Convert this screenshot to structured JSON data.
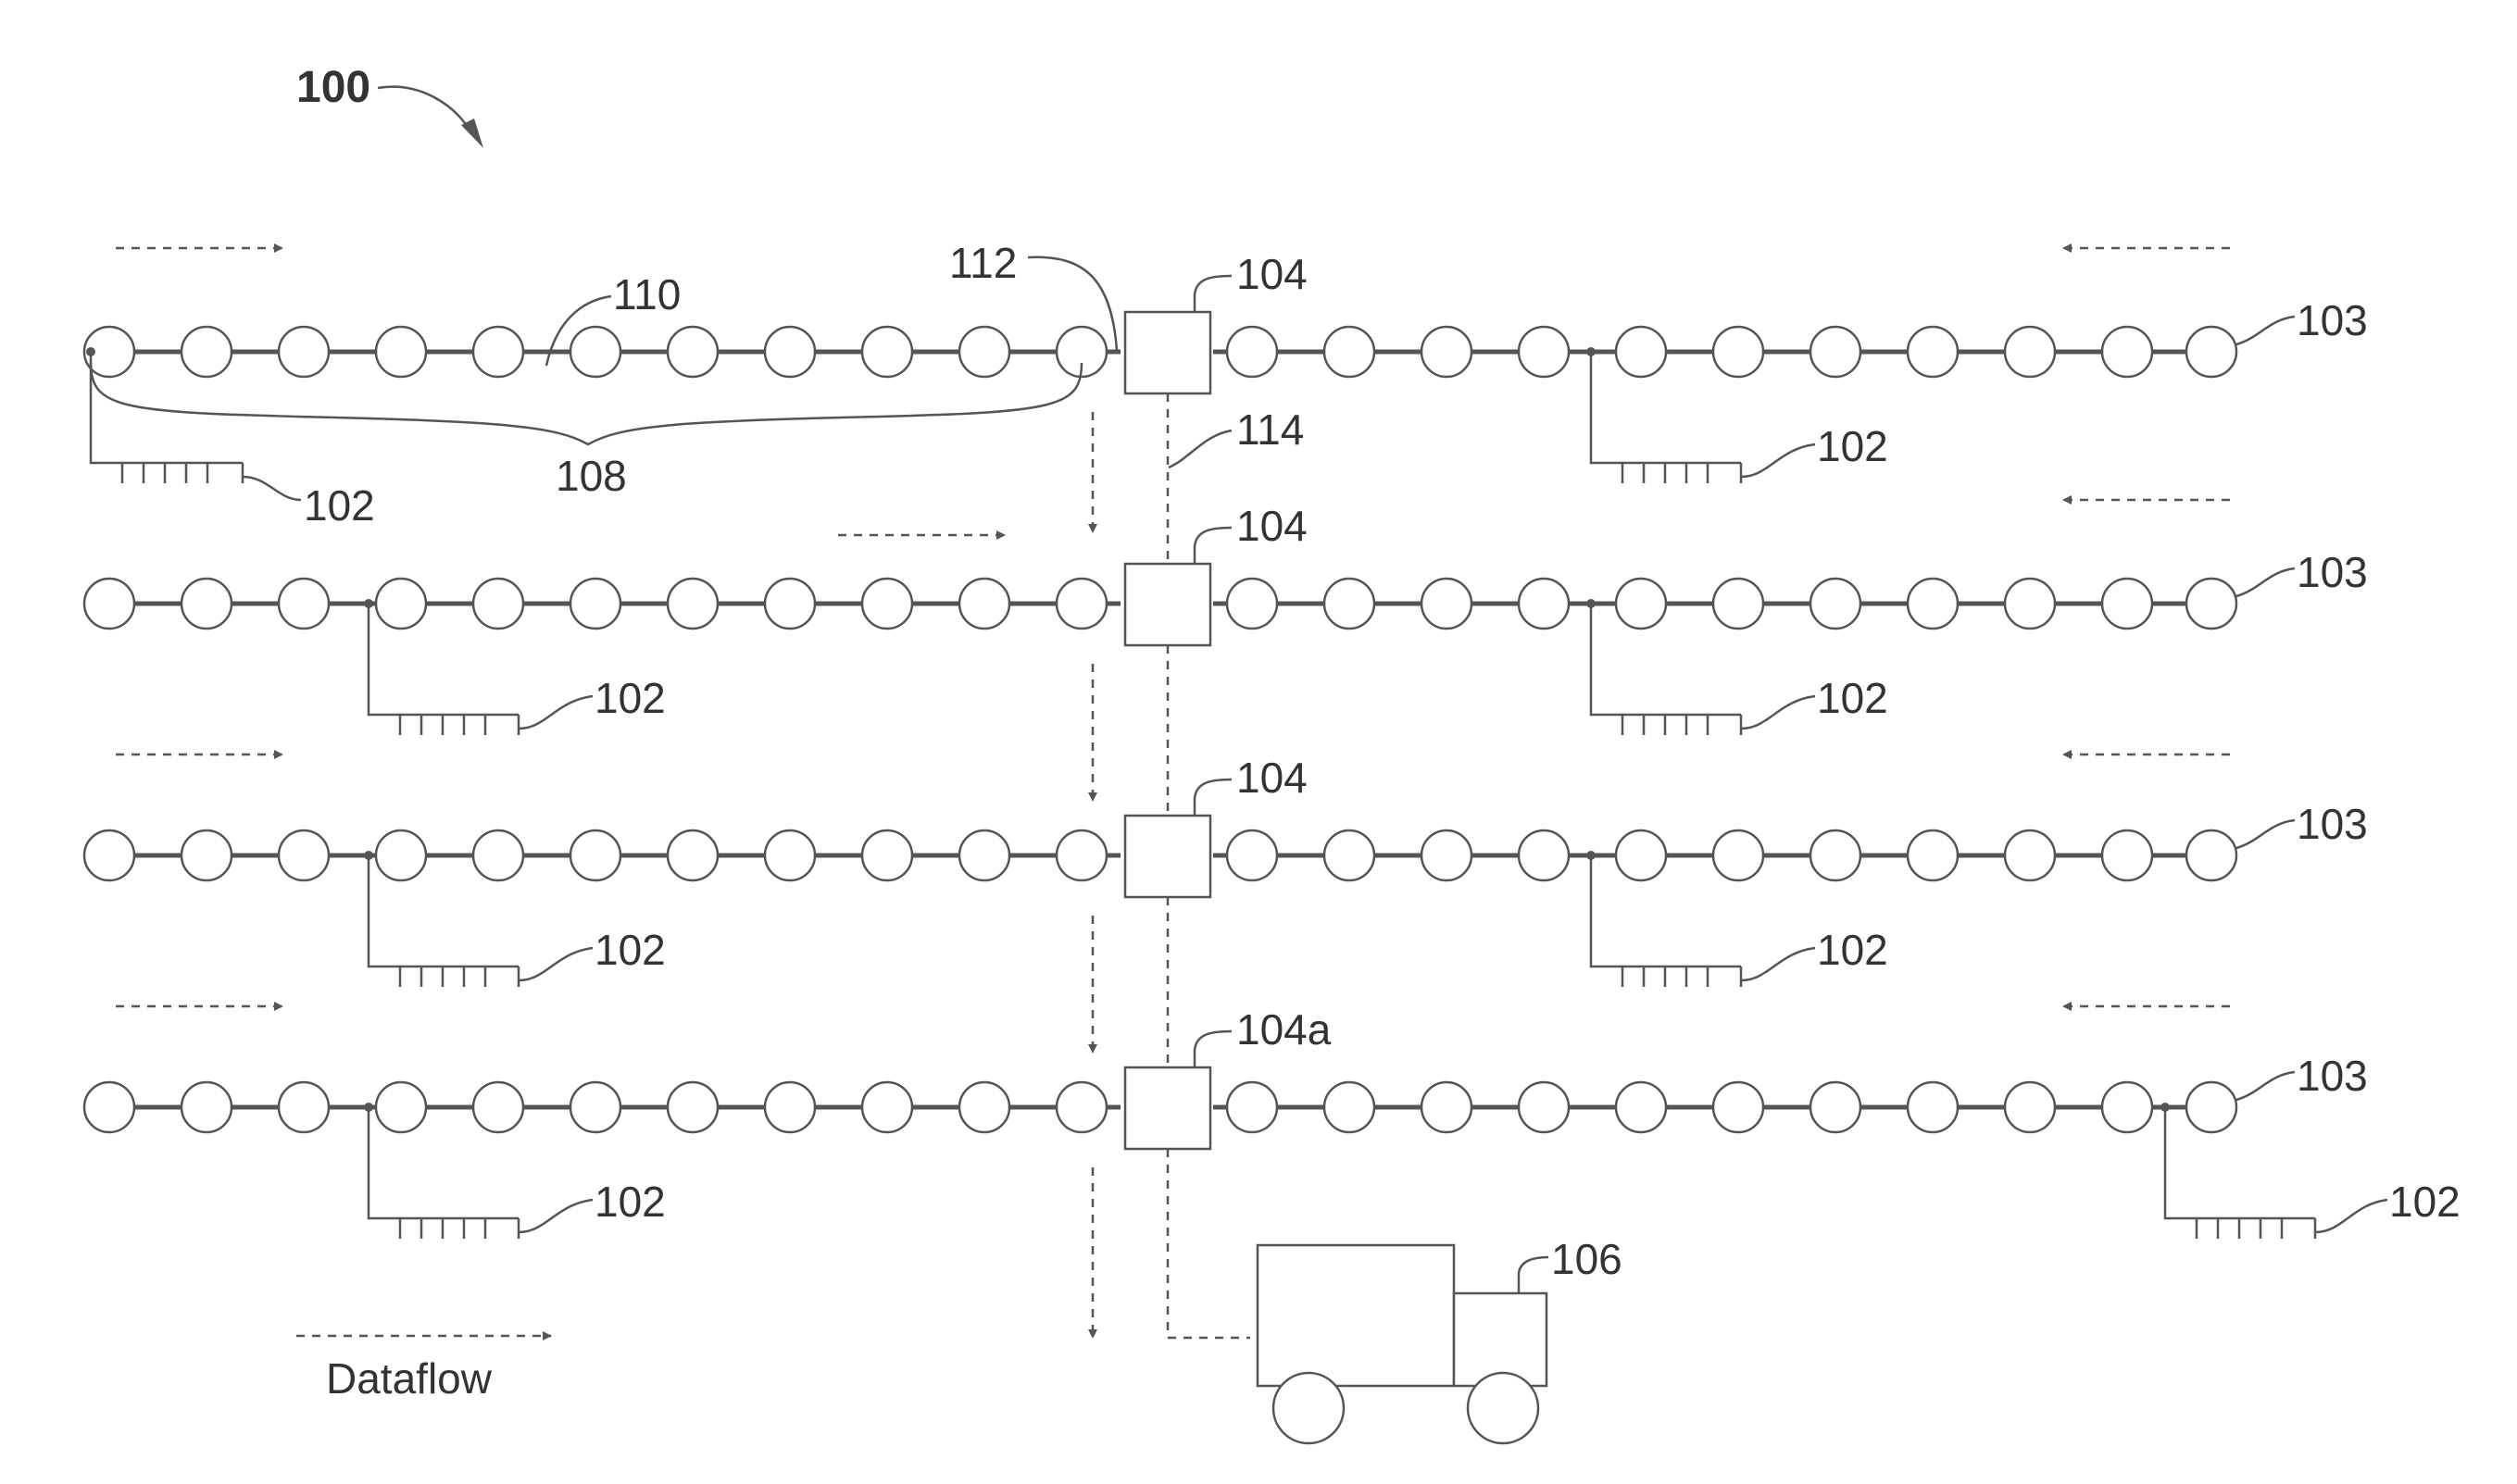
{
  "figure": {
    "ref_system": "100",
    "dataflow_label": "Dataflow",
    "rows": [
      {
        "hub_label": "104",
        "end_label": "103",
        "left_sensor_label": "102",
        "right_sensor_label": "102",
        "extra_labels": {
          "link": "110",
          "bracket": "108",
          "end_link": "112",
          "backhaul": "114"
        }
      },
      {
        "hub_label": "104",
        "end_label": "103",
        "left_sensor_label": "102",
        "right_sensor_label": "102"
      },
      {
        "hub_label": "104",
        "end_label": "103",
        "left_sensor_label": "102",
        "right_sensor_label": "102"
      },
      {
        "hub_label": "104a",
        "end_label": "103",
        "left_sensor_label": "102",
        "right_sensor_label": "102"
      }
    ],
    "vehicle_label": "106"
  }
}
